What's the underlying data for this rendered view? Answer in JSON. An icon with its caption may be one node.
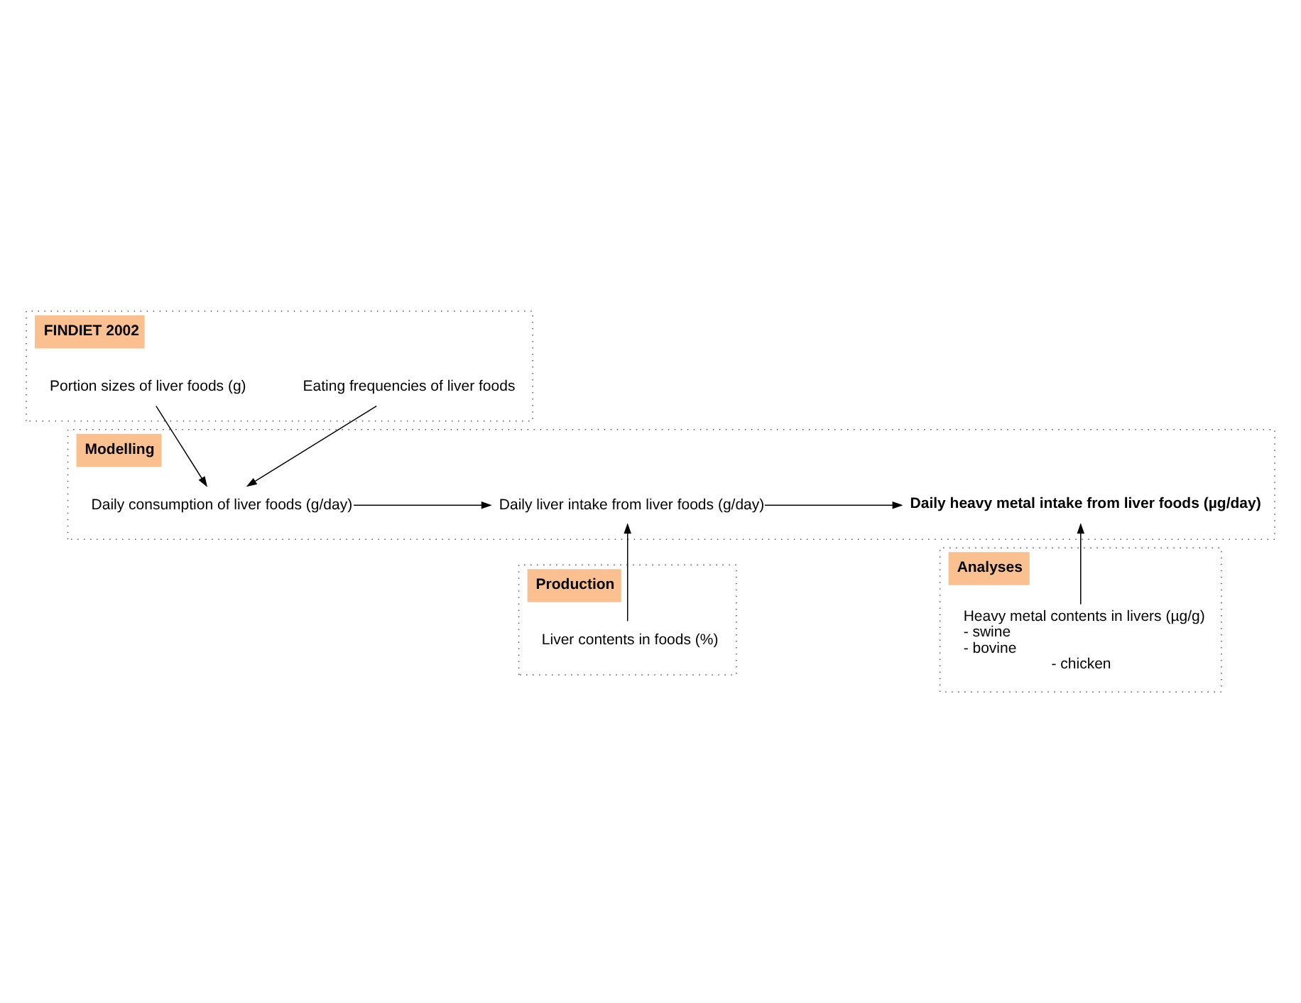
{
  "diagram": {
    "nodes": [
      {
        "text": [
          "FINDIET 2002"
        ]
      },
      {
        "text": [
          "Eating frequencies of liver foods"
        ],
        "in": 0
      },
      {
        "text": [
          "Portion sizes of liver foods (g)"
        ],
        "in": 0
      },
      {
        "text": [
          "Modelling"
        ]
      },
      {
        "text": [
          "Daily consumption of liver foods (g/day)"
        ],
        "in": 3
      },
      {
        "text": [
          "Daily liver intake from liver foods (g/day)"
        ],
        "in": 3
      },
      {
        "text": [
          "Daily heavy metal intake from liver foods (µg/day)"
        ],
        "in": 3
      },
      {
        "text": [
          "Production"
        ]
      },
      {
        "text": [
          "Liver contents in foods (%)"
        ],
        "in": 7
      },
      {
        "text": [
          "Analyses"
        ]
      },
      {
        "text": [
          "Heavy metal contents in livers (µg/g)",
          "- swine",
          "- bovine",
          "- chicken"
        ],
        "in": 9
      }
    ],
    "edges": [
      {
        "from": 1,
        "to": 4,
        "arrow": "to"
      },
      {
        "from": 2,
        "to": 4,
        "arrow": "to"
      },
      {
        "from": 4,
        "to": 5,
        "arrow": "to"
      },
      {
        "from": 8,
        "to": 5,
        "arrow": "to"
      },
      {
        "from": 5,
        "to": 6,
        "arrow": "to"
      },
      {
        "from": 10,
        "to": 6,
        "arrow": "to"
      }
    ]
  }
}
